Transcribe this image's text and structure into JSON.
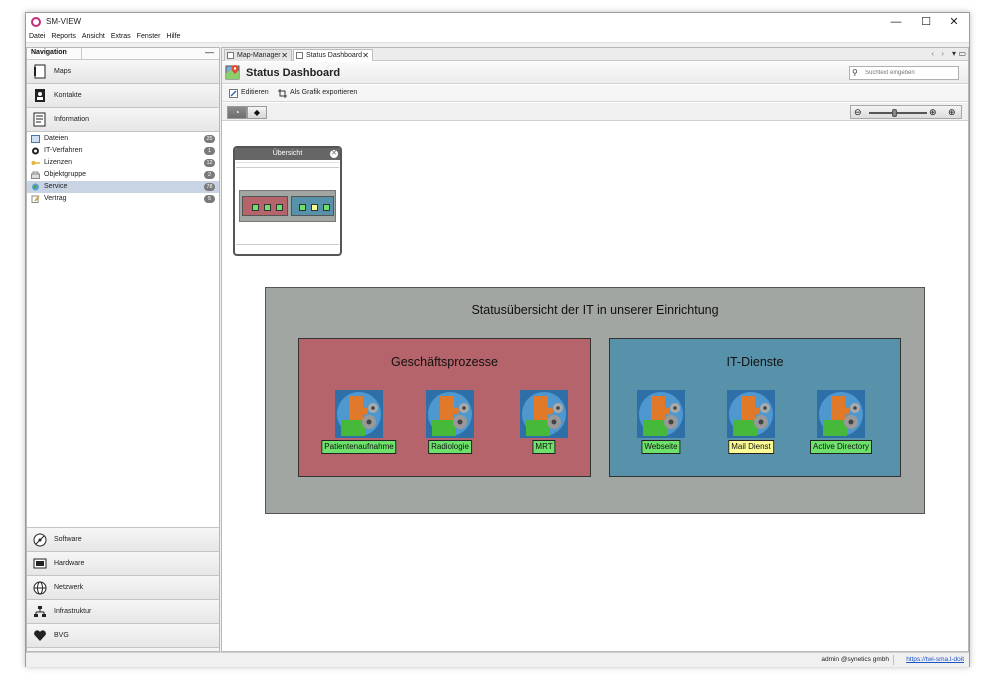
{
  "window": {
    "title": "SM-VIEW",
    "minimize": "—",
    "maximize": "☐",
    "close": "✕"
  },
  "menu": [
    "Datei",
    "Reports",
    "Ansicht",
    "Extras",
    "Fenster",
    "Hilfe"
  ],
  "navigation": {
    "header": "Navigation",
    "minimize": "—",
    "top_sections": [
      {
        "label": "Maps",
        "icon": "map-icon"
      },
      {
        "label": "Kontakte",
        "icon": "contacts-icon"
      },
      {
        "label": "Information",
        "icon": "information-icon"
      }
    ],
    "items": [
      {
        "label": "Dateien",
        "count": "25",
        "icon": "files-icon",
        "selected": false
      },
      {
        "label": "IT-Verfahren",
        "count": "1",
        "icon": "process-icon",
        "selected": false
      },
      {
        "label": "Lizenzen",
        "count": "12",
        "icon": "key-icon",
        "selected": false
      },
      {
        "label": "Objektgruppe",
        "count": "2",
        "icon": "group-icon",
        "selected": false
      },
      {
        "label": "Service",
        "count": "78",
        "icon": "globe-icon",
        "selected": true
      },
      {
        "label": "Vertrag",
        "count": "5",
        "icon": "contract-icon",
        "selected": false
      }
    ],
    "bottom_sections": [
      {
        "label": "Software",
        "icon": "software-icon"
      },
      {
        "label": "Hardware",
        "icon": "hardware-icon"
      },
      {
        "label": "Netzwerk",
        "icon": "network-icon"
      },
      {
        "label": "Infrastruktur",
        "icon": "infrastructure-icon"
      },
      {
        "label": "BVG",
        "icon": "heart-icon"
      }
    ]
  },
  "tabs": [
    {
      "label": "Map-Manager",
      "active": false,
      "close": "✕"
    },
    {
      "label": "Status Dashboard",
      "active": true,
      "close": "✕"
    }
  ],
  "page": {
    "title": "Status Dashboard",
    "search_placeholder": "Suchtext eingeben"
  },
  "toolbar": {
    "edit": "Editieren",
    "export": "Als Grafik exportieren"
  },
  "overview": {
    "title": "Übersicht",
    "close": "✕"
  },
  "dashboard": {
    "title": "Statusübersicht der IT in unserer Einrichtung",
    "groups": [
      {
        "title": "Geschäftsprozesse",
        "color": "#b4646a",
        "services": [
          {
            "label": "Patientenaufnahme",
            "status": "green"
          },
          {
            "label": "Radiologie",
            "status": "green"
          },
          {
            "label": "MRT",
            "status": "green"
          }
        ]
      },
      {
        "title": "IT-Dienste",
        "color": "#5892aa",
        "services": [
          {
            "label": "Webseite",
            "status": "green"
          },
          {
            "label": "Mail Dienst",
            "status": "yellow"
          },
          {
            "label": "Active Directory",
            "status": "green"
          }
        ]
      }
    ]
  },
  "status": {
    "user": "admin @synetics gmbh",
    "link": "https://twi-sma.l-doit"
  },
  "colors": {
    "status_green": "#6ee06c",
    "status_yellow": "#fbfb96",
    "frame_gray": "#a1a6a2",
    "selection": "#c8d3e3"
  }
}
